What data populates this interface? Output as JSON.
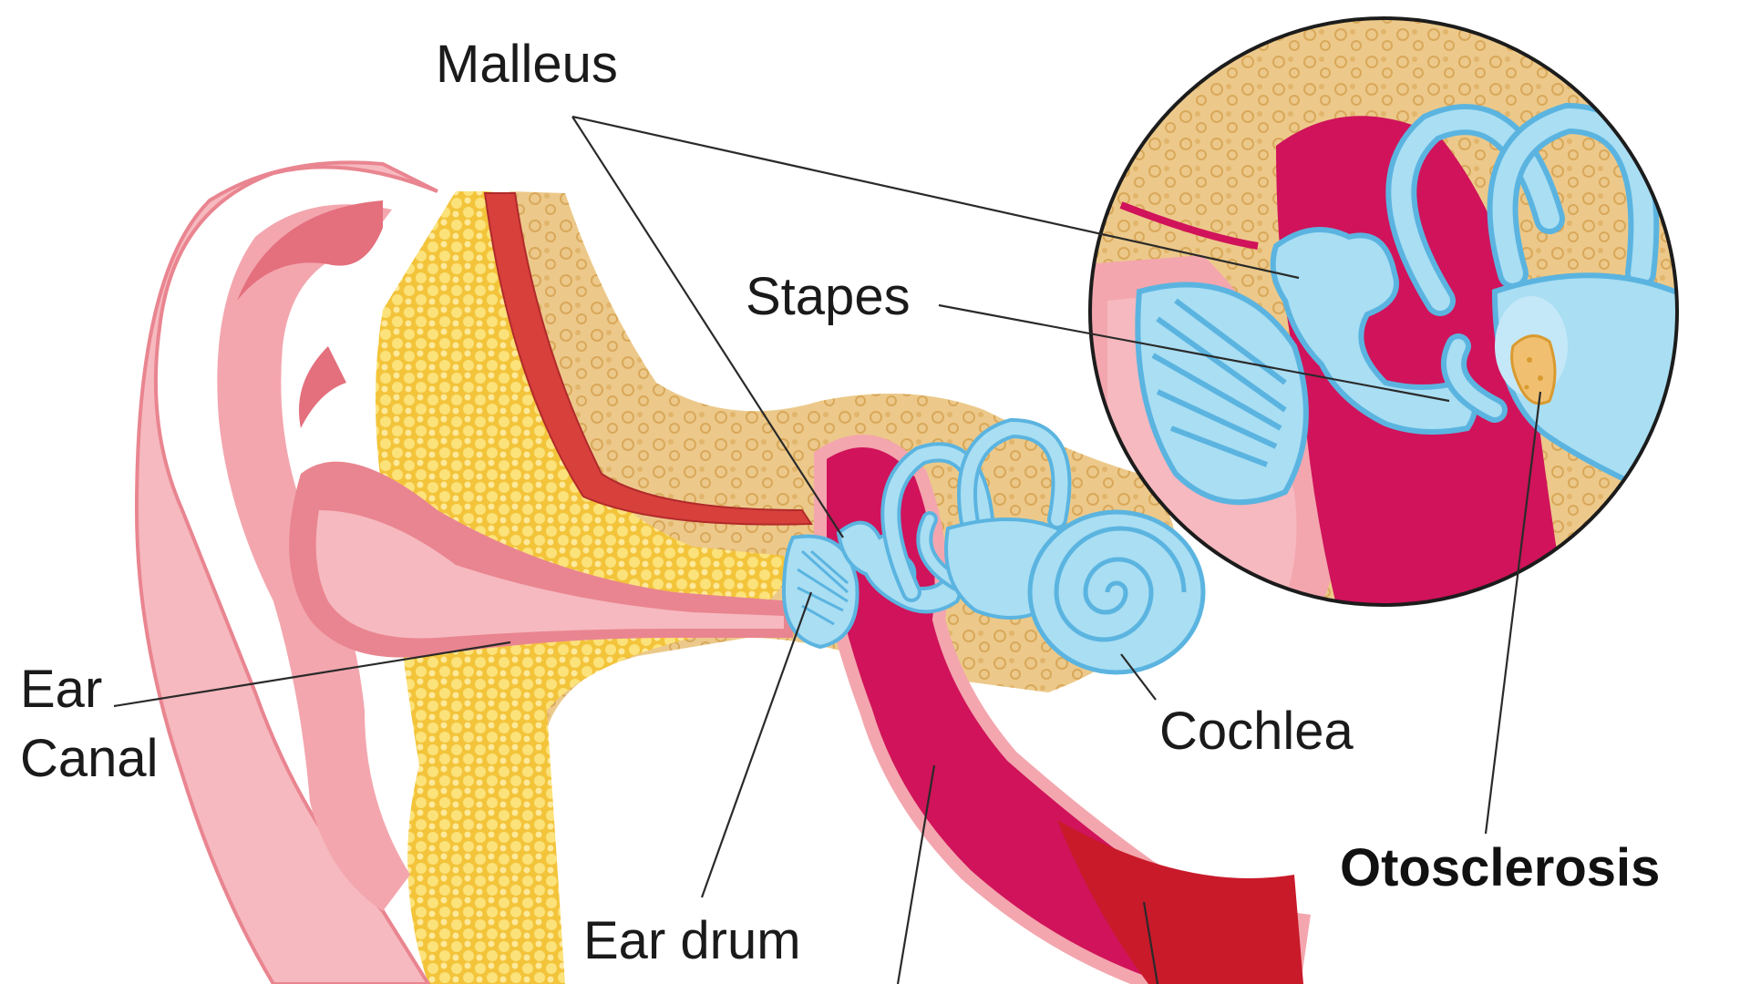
{
  "labels": {
    "malleus": "Malleus",
    "stapes": "Stapes",
    "ear_canal_line1": "Ear",
    "ear_canal_line2": "Canal",
    "cochlea": "Cochlea",
    "ear_drum": "Ear drum",
    "otosclerosis": "Otosclerosis"
  },
  "colors": {
    "background": "#ffffff",
    "outer_ear": "#f6b9bf",
    "outer_ear_dark": "#e98590",
    "fat_tissue": "#f6d75a",
    "bone": "#ecc98a",
    "bone_dots": "#dcae62",
    "middle_ear": "#d0135a",
    "inner_ear": "#9fd8f2",
    "inner_ear_outline": "#5bb4e0",
    "muscle": "#d8403c",
    "otosclerosis_spot": "#f0c070",
    "leader_line": "#2a2a2a"
  }
}
